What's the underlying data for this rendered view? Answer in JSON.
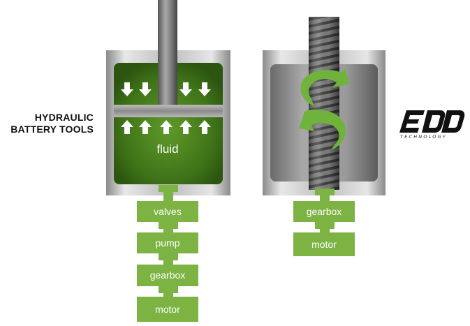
{
  "left_label": [
    "HYDRAULIC",
    "BATTERY TOOLS"
  ],
  "fluid_label": "fluid",
  "hydraulic_chain": [
    "valves",
    "pump",
    "gearbox",
    "motor"
  ],
  "edd_chain": [
    "gearbox",
    "motor"
  ],
  "logo": {
    "mark": "EDD",
    "tagline": "TECHNOLOGY"
  },
  "colors": {
    "green": "#7cb342",
    "dark_green": "#3d6b1a",
    "steel": "#b0b0b0",
    "arrow_green": "#6fb33d"
  }
}
